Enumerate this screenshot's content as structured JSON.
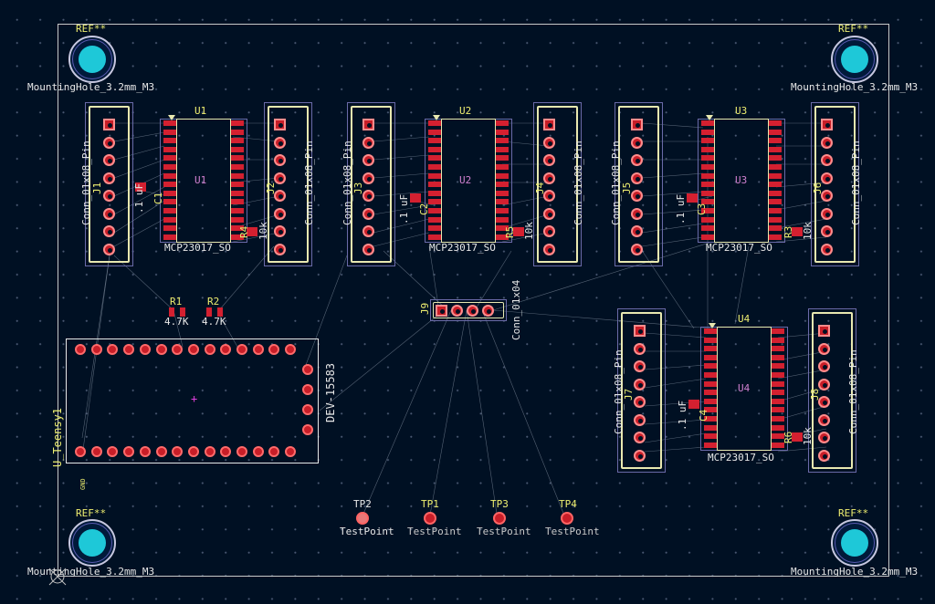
{
  "app": {
    "view": "PCB Editor"
  },
  "colors": {
    "background": "#001023",
    "copper_pad": "#c81e28",
    "silkscreen": "#e8e8b0",
    "courtyard": "#6a6aa8",
    "hole": "#1ec8d8",
    "ratsnest": "#9aa7b8"
  },
  "mounting_holes": [
    {
      "ref": "REF**",
      "value": "MountingHole_3.2mm_M3"
    },
    {
      "ref": "REF**",
      "value": "MountingHole_3.2mm_M3"
    },
    {
      "ref": "REF**",
      "value": "MountingHole_3.2mm_M3"
    },
    {
      "ref": "REF**",
      "value": "MountingHole_3.2mm_M3"
    }
  ],
  "hole_center_label": "REF**",
  "connectors": [
    {
      "ref": "J1",
      "value": "Conn_01x08_Pin"
    },
    {
      "ref": "J2",
      "value": "Conn_01x08_Pin"
    },
    {
      "ref": "J3",
      "value": "Conn_01x08_Pin"
    },
    {
      "ref": "J4",
      "value": "Conn_01x08_Pin"
    },
    {
      "ref": "J5",
      "value": "Conn_01x08_Pin"
    },
    {
      "ref": "J6",
      "value": "Conn_01x08_Pin"
    },
    {
      "ref": "J7",
      "value": "Conn_01x08_Pin"
    },
    {
      "ref": "J8",
      "value": "Conn_01x08_Pin"
    }
  ],
  "ics": [
    {
      "ref": "U1",
      "value": "MCP23017_SO"
    },
    {
      "ref": "U2",
      "value": "MCP23017_SO"
    },
    {
      "ref": "U3",
      "value": "MCP23017_SO"
    },
    {
      "ref": "U4",
      "value": "MCP23017_SO"
    }
  ],
  "capacitors": [
    {
      "ref": "C1",
      "value": ".1 uF"
    },
    {
      "ref": "C2",
      "value": ".1 uF"
    },
    {
      "ref": "C3",
      "value": ".1 uF"
    },
    {
      "ref": "C4",
      "value": ".1 uF"
    }
  ],
  "resistors_pullup": [
    {
      "ref": "R4",
      "value": "10k"
    },
    {
      "ref": "R5",
      "value": "10k"
    },
    {
      "ref": "R3",
      "value": "10k"
    },
    {
      "ref": "R6",
      "value": "10k"
    }
  ],
  "resistors_i2c": [
    {
      "ref": "R1",
      "value": "4.7K"
    },
    {
      "ref": "R2",
      "value": "4.7K"
    }
  ],
  "header_j9": {
    "ref": "J9",
    "value": "Conn_01x04"
  },
  "teensy": {
    "ref": "U_Teensy1",
    "value": "DEV-15583",
    "gnd_label": "GND"
  },
  "test_points": [
    {
      "ref": "TP2",
      "value": "TestPoint"
    },
    {
      "ref": "TP1",
      "value": "TestPoint"
    },
    {
      "ref": "TP3",
      "value": "TestPoint"
    },
    {
      "ref": "TP4",
      "value": "TestPoint"
    }
  ]
}
